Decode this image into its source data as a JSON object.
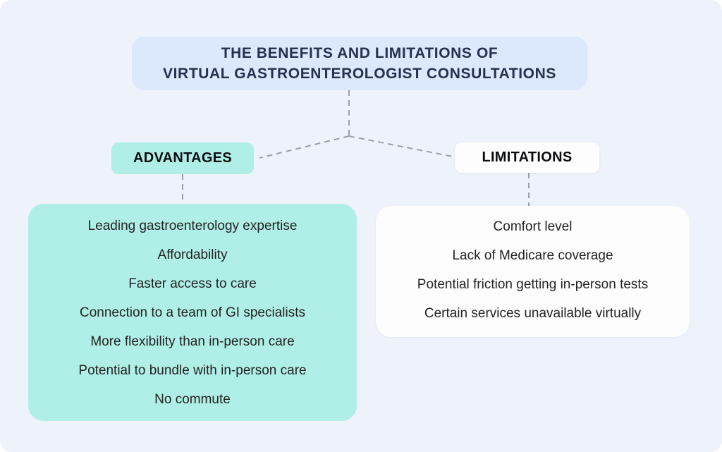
{
  "title": {
    "line1": "THE BENEFITS AND LIMITATIONS OF",
    "line2": "VIRTUAL GASTROENTEROLOGIST CONSULTATIONS"
  },
  "branches": {
    "advantages": {
      "label": "ADVANTAGES",
      "items": [
        "Leading gastroenterology expertise",
        "Affordability",
        "Faster access to care",
        "Connection to a team of GI specialists",
        "More flexibility than in-person care",
        "Potential to bundle with in-person care",
        "No commute"
      ]
    },
    "limitations": {
      "label": "LIMITATIONS",
      "items": [
        "Comfort level",
        "Lack of Medicare coverage",
        "Potential friction getting in-person tests",
        "Certain services unavailable virtually"
      ]
    }
  },
  "colors": {
    "canvas_bg": "#EDF2FB",
    "title_bg": "#DCE8FC",
    "title_text": "#25314E",
    "teal": "#B0EFE7",
    "white_box": "#FDFDFE",
    "connector": "#9AA1AA",
    "body_text": "#232323",
    "label_text": "#0B0C0E"
  }
}
